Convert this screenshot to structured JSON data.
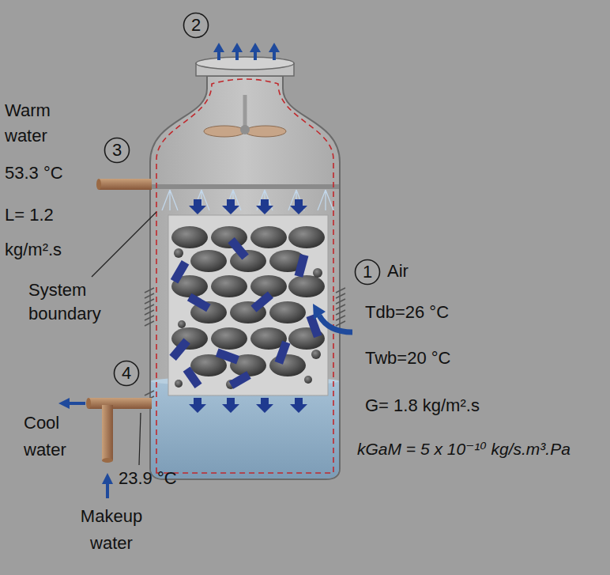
{
  "diagram": {
    "nodes": [
      {
        "text": [
          "2"
        ]
      },
      {
        "text": [
          "3"
        ]
      },
      {
        "text": [
          "1"
        ]
      },
      {
        "text": [
          "4"
        ]
      }
    ],
    "labels": [
      "Warm water",
      "53.3 °C",
      "L= 1.2 kg/m².s",
      "System boundary",
      "Air",
      "Tdb=26 °C",
      "Twb=20 °C",
      "G= 1.8 kg/m².s",
      "kGaM = 5 x 10⁻¹⁰ kg/s.m³.Pa",
      "Cool water",
      "23.9 °C",
      "Makeup water"
    ]
  }
}
